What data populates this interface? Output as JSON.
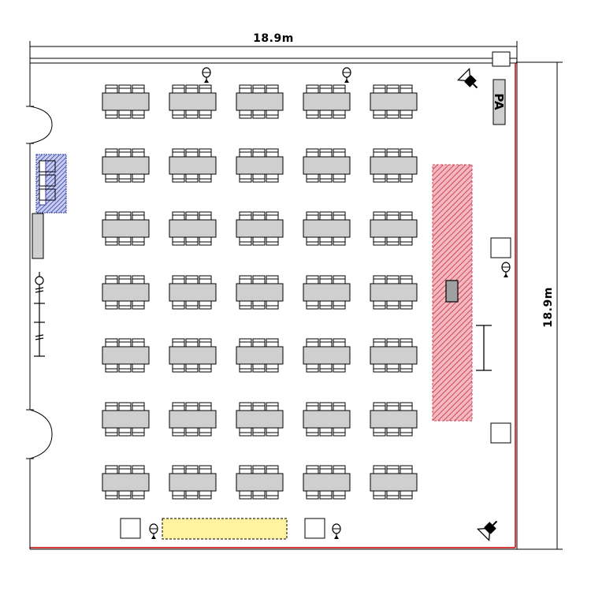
{
  "floor_plan": {
    "width_label": "18.9m",
    "height_label": "18.9m",
    "pa_label": "PA",
    "layout": {
      "table_rows": 7,
      "table_columns": 5,
      "chairs_per_side": 3
    },
    "colors": {
      "table_fill": "#cfcfcf",
      "wall_accent": "#cc0000",
      "stage_fill": "#e07080",
      "reception_fill": "#fff3a0",
      "storage_fill": "#3040a0"
    }
  }
}
